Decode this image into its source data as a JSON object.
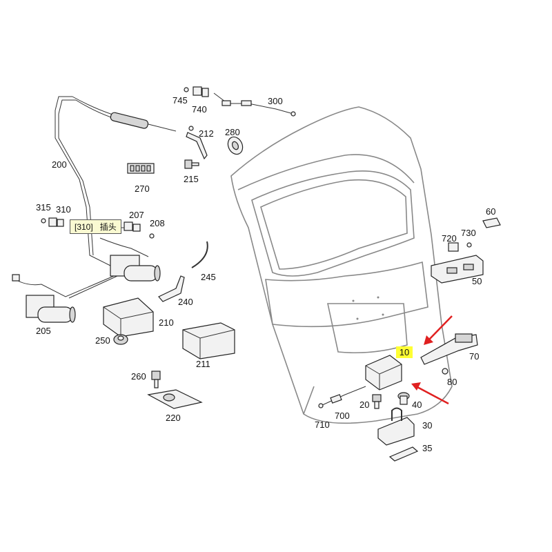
{
  "tooltip": {
    "ref": "[310]",
    "text": "插头"
  },
  "highlight": {
    "label": "10",
    "color": "#ffff33"
  },
  "arrow_color": "#e02020",
  "parts": {
    "p745": "745",
    "p740": "740",
    "p300": "300",
    "p212": "212",
    "p280": "280",
    "p200": "200",
    "p270": "270",
    "p215": "215",
    "p315": "315",
    "p310": "310",
    "p207": "207",
    "p208": "208",
    "p245": "245",
    "p240": "240",
    "p205": "205",
    "p210": "210",
    "p250": "250",
    "p211": "211",
    "p260": "260",
    "p220": "220",
    "p60": "60",
    "p720": "720",
    "p730": "730",
    "p50": "50",
    "p70": "70",
    "p80": "80",
    "p20": "20",
    "p40": "40",
    "p710": "710",
    "p700": "700",
    "p30": "30",
    "p35": "35"
  }
}
